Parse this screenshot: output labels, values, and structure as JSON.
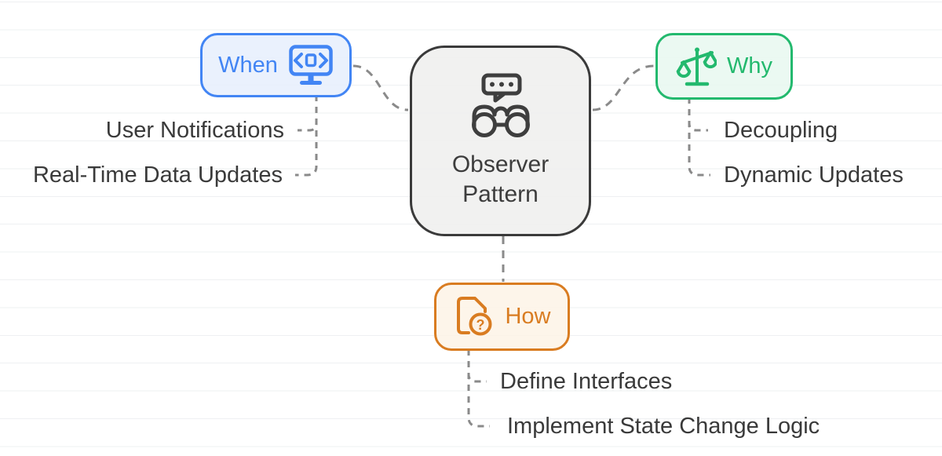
{
  "title": "Observer Pattern mind map",
  "center": {
    "title": "Observer Pattern",
    "title_lines": [
      "Observer",
      "Pattern"
    ],
    "icon": "binoculars-speech-bubble-icon"
  },
  "branches": {
    "when": {
      "label": "When",
      "icon": "monitor-code-icon",
      "accent": "#4285f4",
      "fill": "#e8f0fd",
      "children": [
        "User Notifications",
        "Real-Time Data Updates"
      ]
    },
    "why": {
      "label": "Why",
      "icon": "balance-scale-icon",
      "accent": "#23b96e",
      "fill": "#e9f8f0",
      "children": [
        "Decoupling",
        "Dynamic Updates"
      ]
    },
    "how": {
      "label": "How",
      "icon": "document-question-icon",
      "icon_glyph": "?",
      "accent": "#d97c21",
      "fill": "#fdf3e6",
      "children": [
        "Define Interfaces",
        "Implement State Change Logic"
      ]
    }
  },
  "colors": {
    "connector": "#8a8a8a",
    "center_border": "#3a3a3a",
    "center_fill": "#f0f0ef",
    "label_text": "#3a3a3a",
    "ruled_line": "#eef0f2",
    "background": "#ffffff"
  }
}
